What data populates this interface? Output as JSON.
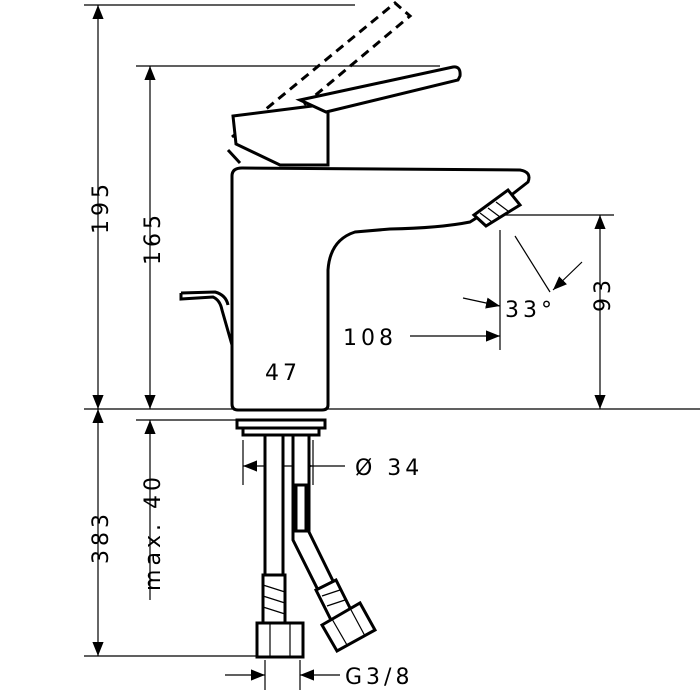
{
  "dimensions": {
    "total_height": "195",
    "faucet_height": "165",
    "spout_height": "93",
    "spout_reach": "108",
    "base_width": "47",
    "spout_angle": "33°",
    "thread_diameter": "Ø 34",
    "max_thickness": "max. 40",
    "hose_length": "383",
    "connection": "G3/8"
  },
  "colors": {
    "line": "#000000",
    "background": "#ffffff"
  }
}
